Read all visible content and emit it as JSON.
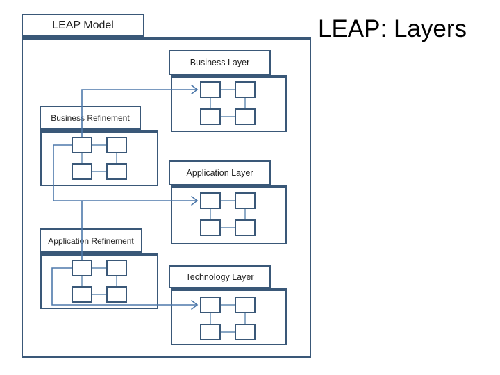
{
  "title": {
    "text": "LEAP: Layers"
  },
  "diagram": {
    "outer_folder": {
      "label": "LEAP Model"
    },
    "folders": [
      {
        "id": "business-layer",
        "label": "Business Layer"
      },
      {
        "id": "business-refinement",
        "label": "Business Refinement"
      },
      {
        "id": "application-layer",
        "label": "Application Layer"
      },
      {
        "id": "application-refinement",
        "label": "Application Refinement"
      },
      {
        "id": "technology-layer",
        "label": "Technology Layer"
      }
    ],
    "connectors": [
      {
        "from": "business-refinement",
        "to": "business-layer",
        "style": "open-arrow"
      },
      {
        "from": "business-refinement",
        "to": "application-layer",
        "style": "open-arrow"
      },
      {
        "from": "business-refinement",
        "to": "application-refinement",
        "style": "line"
      },
      {
        "from": "application-refinement",
        "to": "technology-layer",
        "style": "open-arrow"
      }
    ],
    "colors": {
      "folder_border": "#3a5878",
      "connector": "#4e79ab",
      "inner_link": "#6189b0",
      "label_text": "#1f1f1f",
      "title_text": "#000000"
    }
  }
}
